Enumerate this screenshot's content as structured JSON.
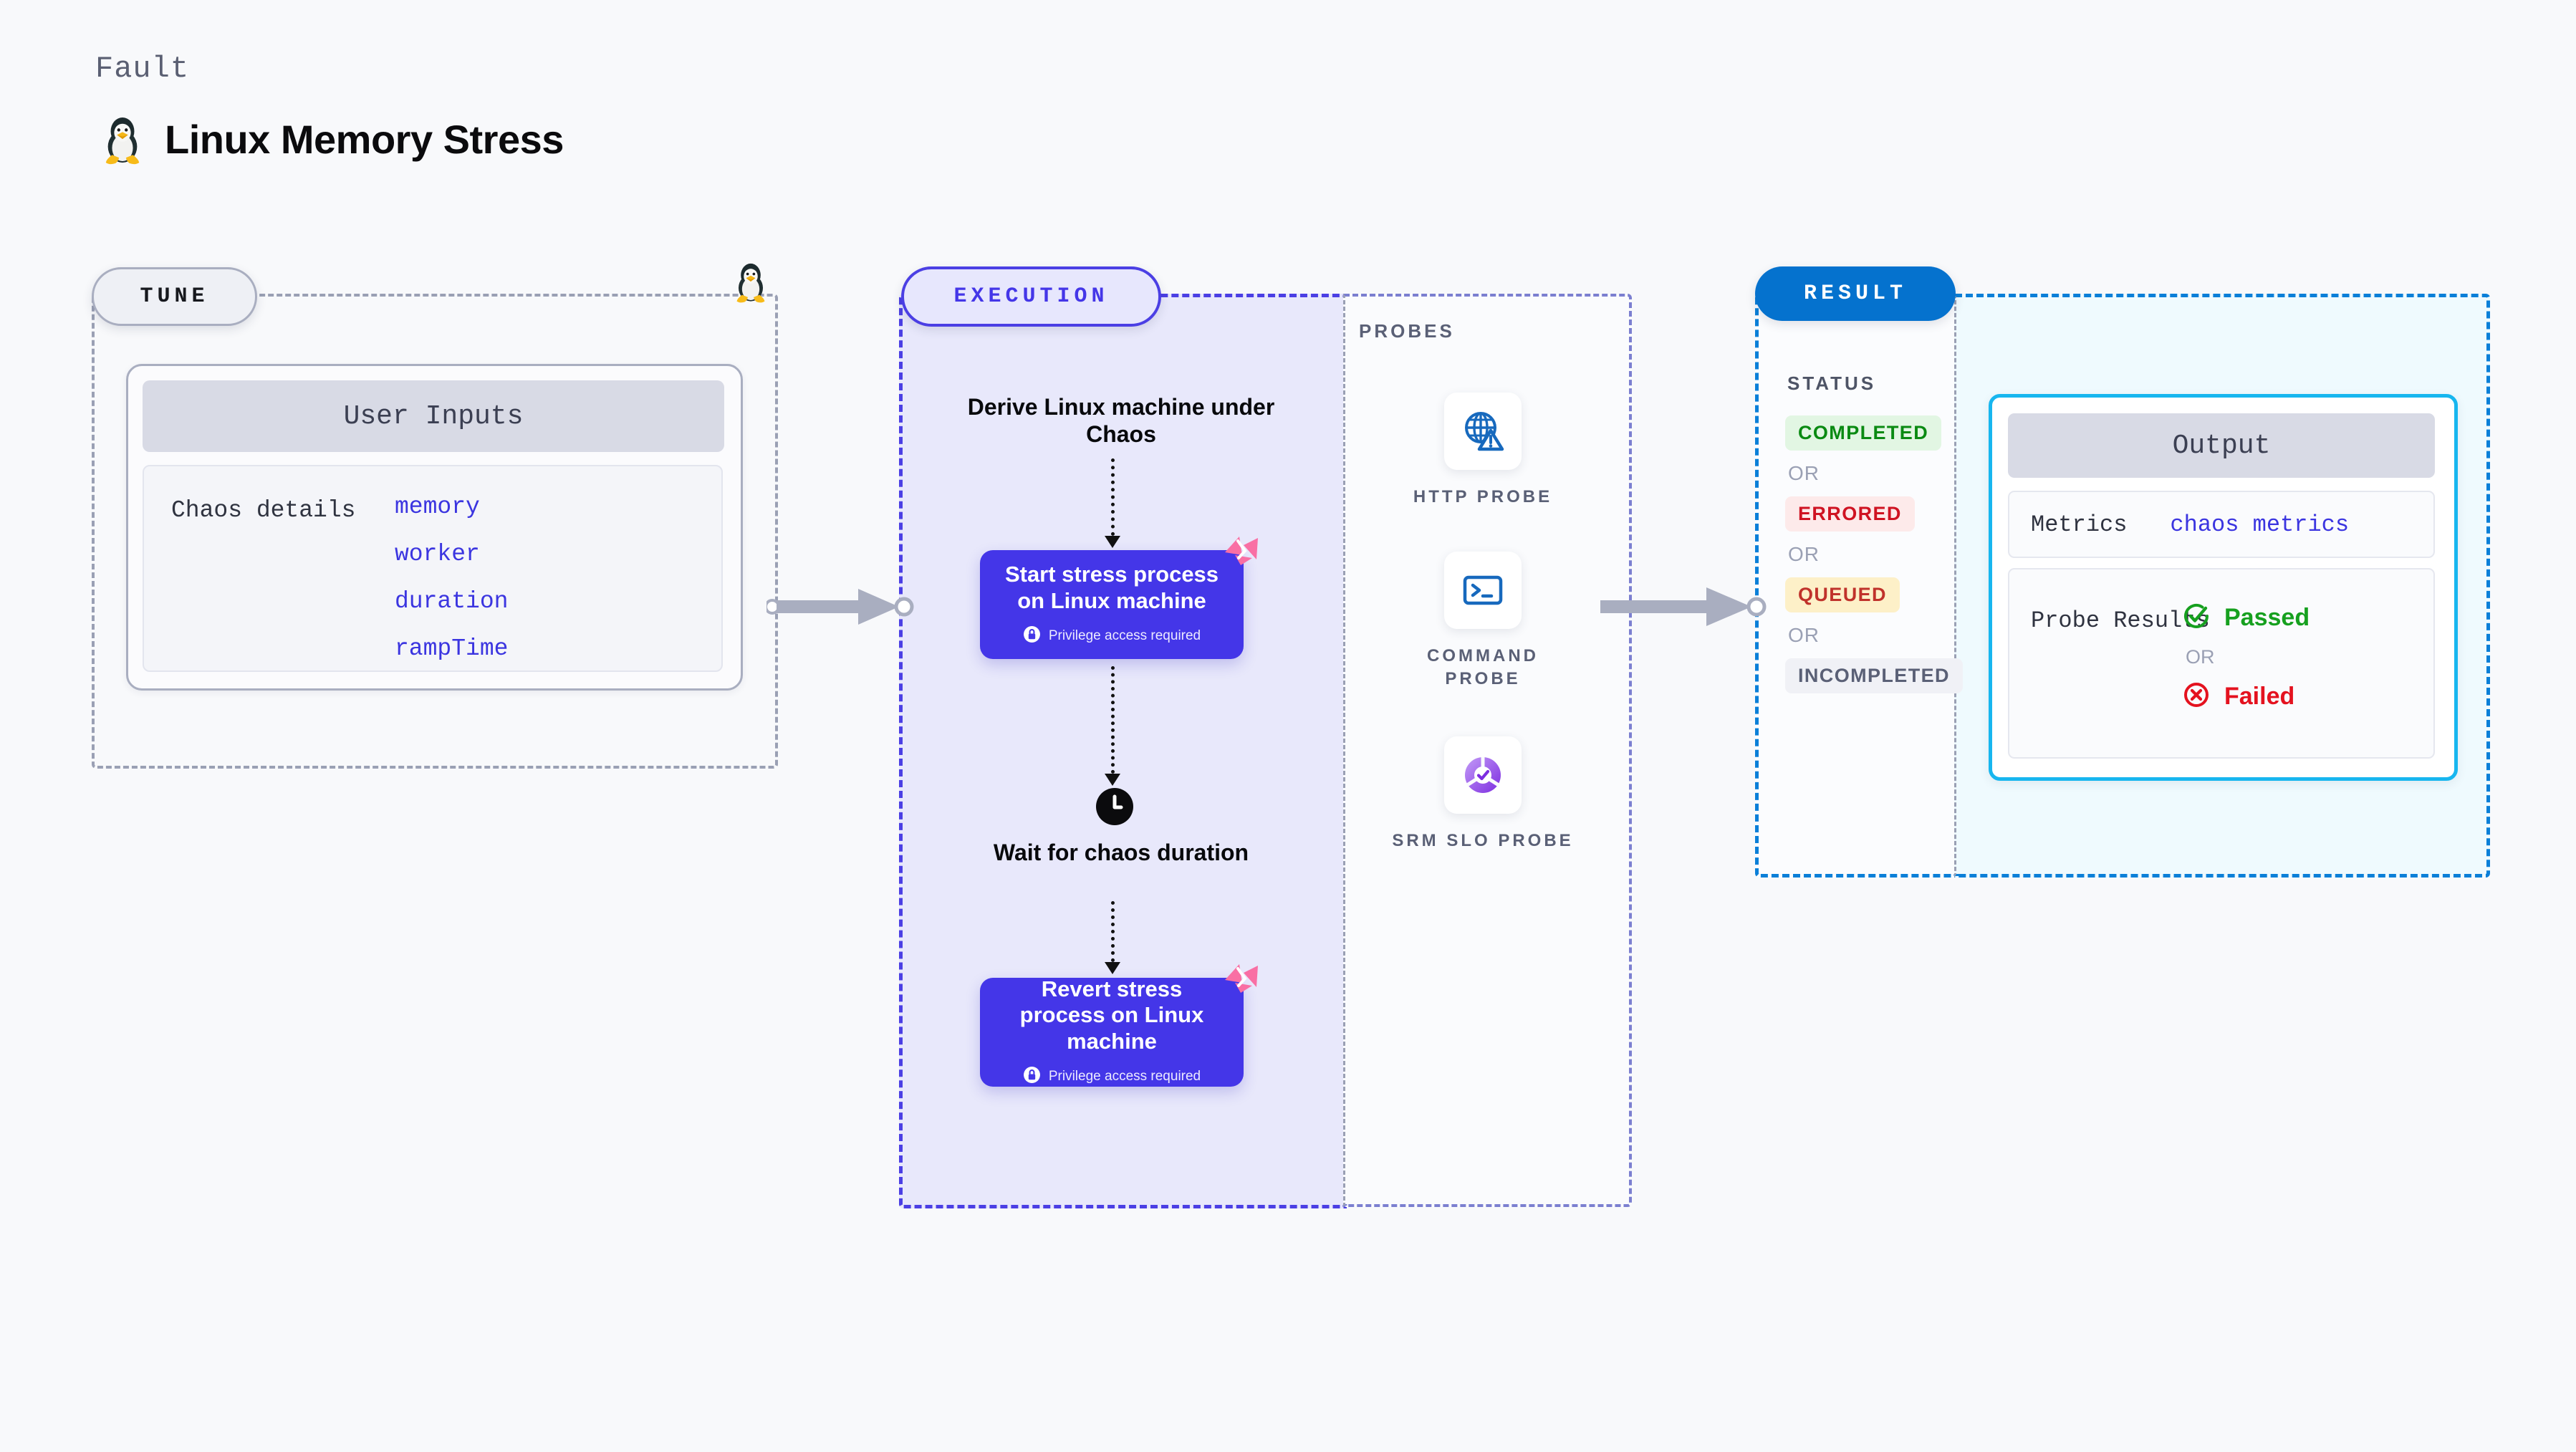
{
  "header": {
    "eyebrow": "Fault",
    "title": "Linux Memory Stress",
    "icon": "tux-penguin-icon"
  },
  "colors": {
    "canvas": "#f8f9fb",
    "tune_border": "#9aa0b4",
    "execution_accent": "#4436e8",
    "execution_fill": "#e8e8fb",
    "result_accent": "#0a7fd8",
    "result_fill": "#effafe",
    "output_border": "#17b6ef",
    "param_text": "#3b35e0",
    "harness_badge": "#f96fa4"
  },
  "tune": {
    "badge": "TUNE",
    "tux_icon": "tux-penguin-icon",
    "card": {
      "header": "User Inputs",
      "details_label": "Chaos details",
      "params": [
        "memory",
        "worker",
        "duration",
        "rampTime"
      ]
    }
  },
  "execution": {
    "badge": "EXECUTION",
    "derive_text": "Derive Linux machine under Chaos",
    "nodes": [
      {
        "title": "Start stress process on Linux machine",
        "privilege_note": "Privilege access required",
        "lock_icon": "lock-icon",
        "corner_badge": "harness-logo-icon"
      },
      {
        "title": "Revert stress process on Linux machine",
        "privilege_note": "Privilege access required",
        "lock_icon": "lock-icon",
        "corner_badge": "harness-logo-icon"
      }
    ],
    "wait": {
      "icon": "clock-icon",
      "text": "Wait for chaos duration"
    }
  },
  "probes": {
    "label": "PROBES",
    "items": [
      {
        "label": "HTTP PROBE",
        "icon": "globe-warning-icon"
      },
      {
        "label": "COMMAND PROBE",
        "icon": "terminal-icon"
      },
      {
        "label": "SRM SLO PROBE",
        "icon": "slo-donut-check-icon"
      }
    ]
  },
  "result": {
    "badge": "RESULT",
    "status_label": "STATUS",
    "or_label": "OR",
    "statuses": [
      {
        "label": "COMPLETED",
        "color": "#0a8a12",
        "bg": "#e2f6e3"
      },
      {
        "label": "ERRORED",
        "color": "#cf1322",
        "bg": "#fdeaea"
      },
      {
        "label": "QUEUED",
        "color": "#c0322b",
        "bg": "#fdf0c8"
      },
      {
        "label": "INCOMPLETED",
        "color": "#5a6076",
        "bg": "#f0f1f6"
      }
    ],
    "output": {
      "header": "Output",
      "metrics_label": "Metrics",
      "metrics_value": "chaos metrics",
      "probe_results_label": "Probe Results",
      "passed_label": "Passed",
      "failed_label": "Failed",
      "or_label": "OR",
      "passed_color": "#16a01f",
      "failed_color": "#e4121f",
      "passed_icon": "check-circle-icon",
      "failed_icon": "x-circle-icon"
    }
  }
}
